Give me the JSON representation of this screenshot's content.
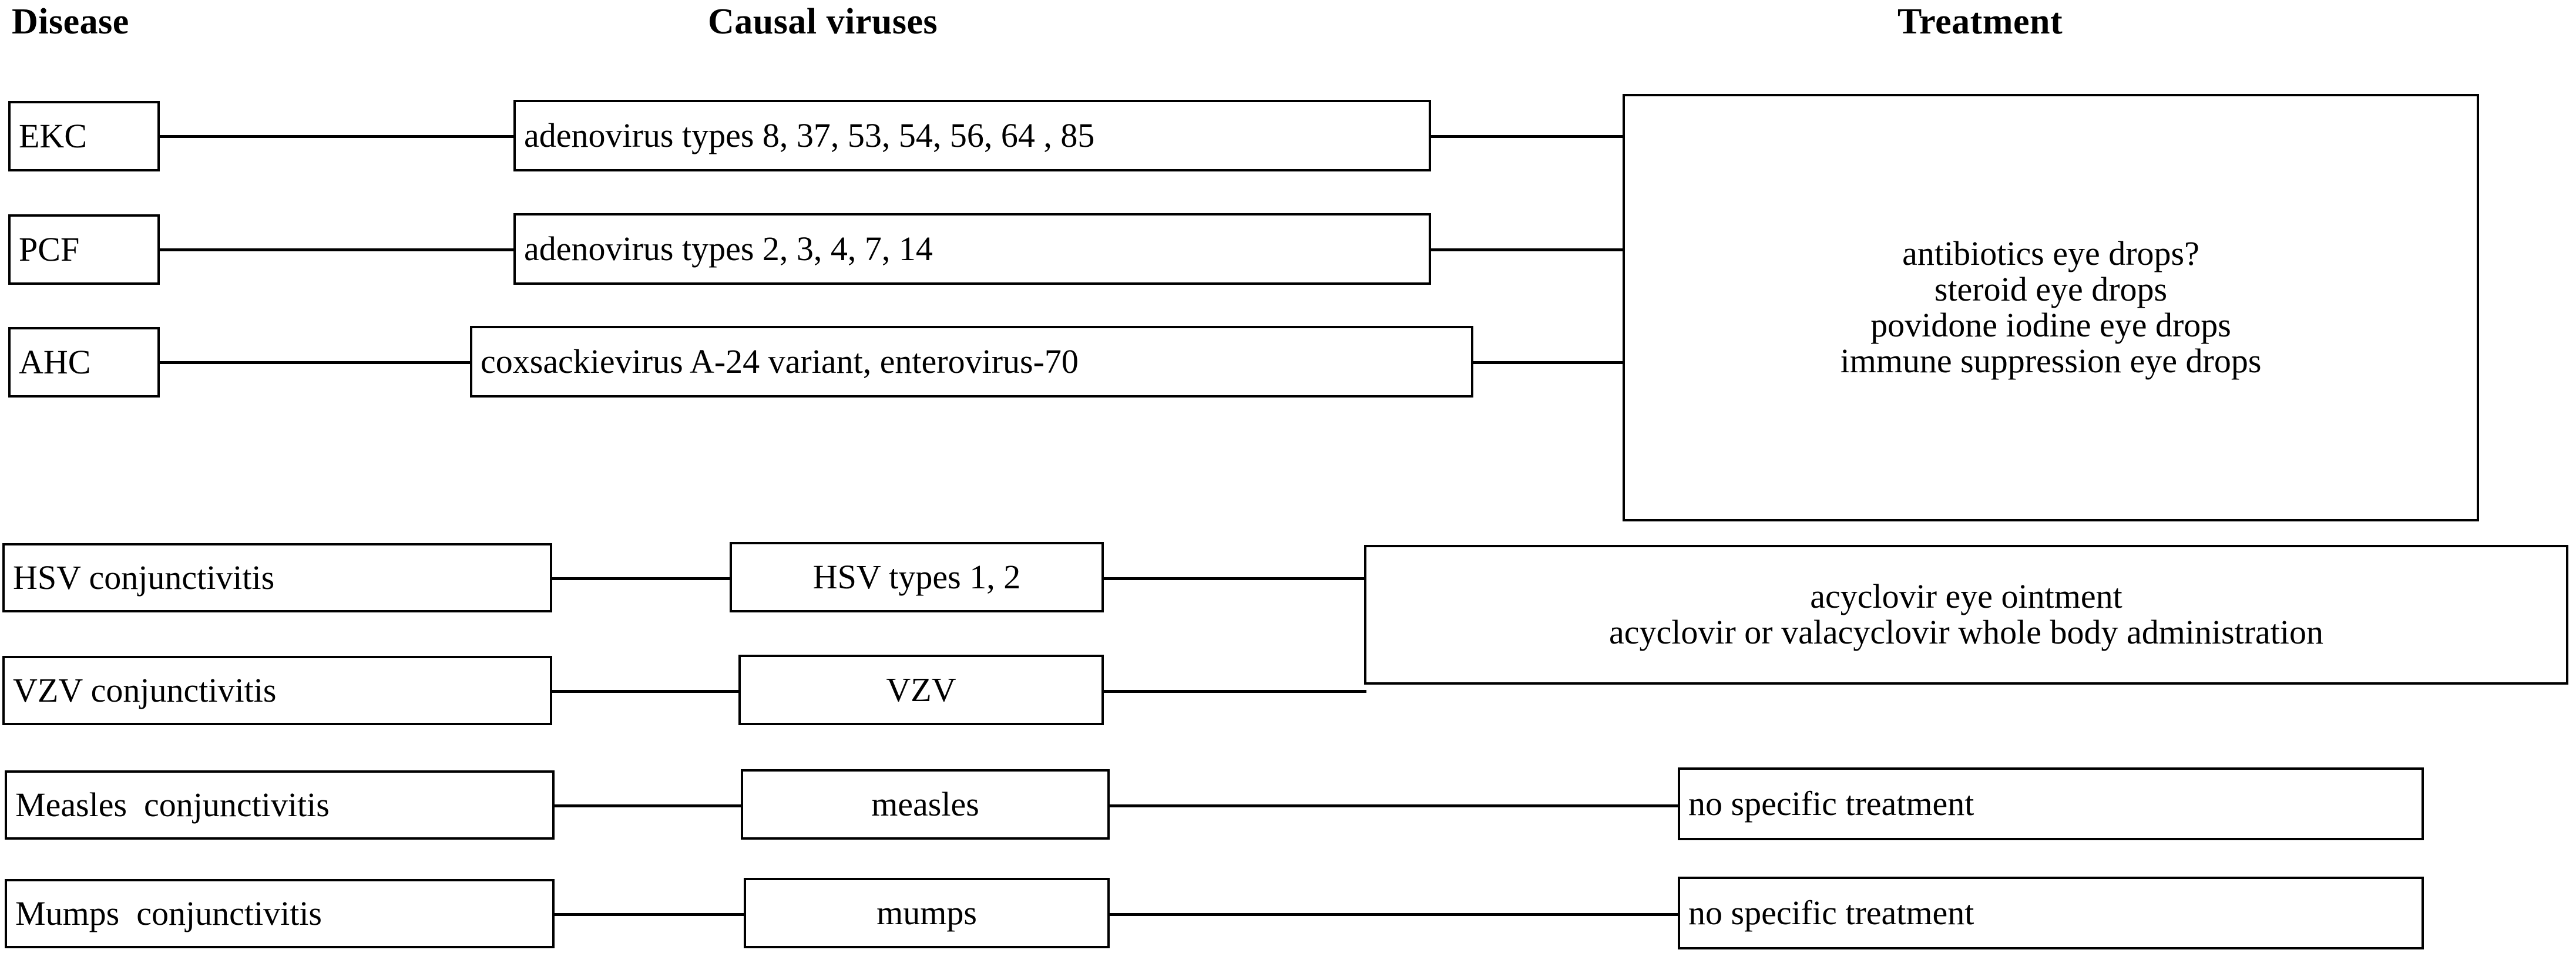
{
  "headers": {
    "disease": "Disease",
    "viruses": "Causal viruses",
    "treatment": "Treatment"
  },
  "rows": [
    {
      "disease": "EKC",
      "virus": "adenovirus types 8, 37, 53, 54, 56, 64 , 85",
      "treatment_group": "adenoviral"
    },
    {
      "disease": "PCF",
      "virus": "adenovirus types 2, 3, 4, 7, 14",
      "treatment_group": "adenoviral"
    },
    {
      "disease": "AHC",
      "virus": "coxsackievirus A-24 variant, enterovirus-70",
      "treatment_group": "adenoviral"
    },
    {
      "disease": "HSV conjunctivitis",
      "virus": "HSV types 1, 2",
      "treatment_group": "herpetic"
    },
    {
      "disease": "VZV conjunctivitis",
      "virus": "VZV",
      "treatment_group": "herpetic"
    },
    {
      "disease": "Measles  conjunctivitis",
      "virus": "measles",
      "treatment_group": "measles"
    },
    {
      "disease": "Mumps  conjunctivitis",
      "virus": "mumps",
      "treatment_group": "mumps"
    }
  ],
  "treatments": {
    "adenoviral": {
      "line1": "antibiotics eye drops?",
      "line2": "steroid eye drops",
      "line3": "povidone iodine eye drops",
      "line4": "immune suppression eye drops"
    },
    "herpetic": {
      "line1": "acyclovir eye ointment",
      "line2": "acyclovir or valacyclovir whole body administration"
    },
    "measles": {
      "line1": "no specific treatment"
    },
    "mumps": {
      "line1": "no specific treatment"
    }
  },
  "colors": {
    "stroke": "#000000",
    "background": "#ffffff",
    "text": "#000000"
  }
}
